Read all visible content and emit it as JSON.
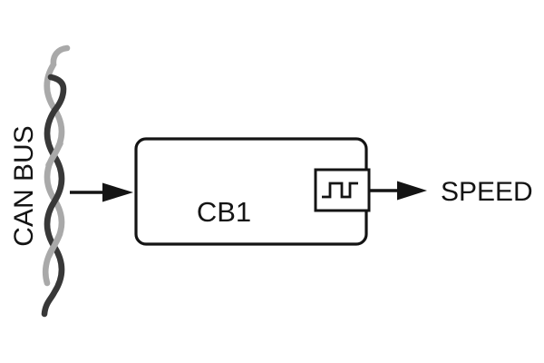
{
  "diagram": {
    "type": "block-diagram",
    "bus_label": "CAN BUS",
    "box_label": "CB1",
    "output_label": "SPEED",
    "icons": {
      "cable_symbol": "twisted-pair-cable",
      "output_symbol": "square-wave-pulse-icon",
      "connectors": [
        "right-arrow-solid-head",
        "right-arrow-solid-head"
      ]
    },
    "colors": {
      "stroke": "#141414",
      "wire_dark": "#383838",
      "wire_light": "#a9a9a9",
      "background": "#ffffff"
    }
  }
}
